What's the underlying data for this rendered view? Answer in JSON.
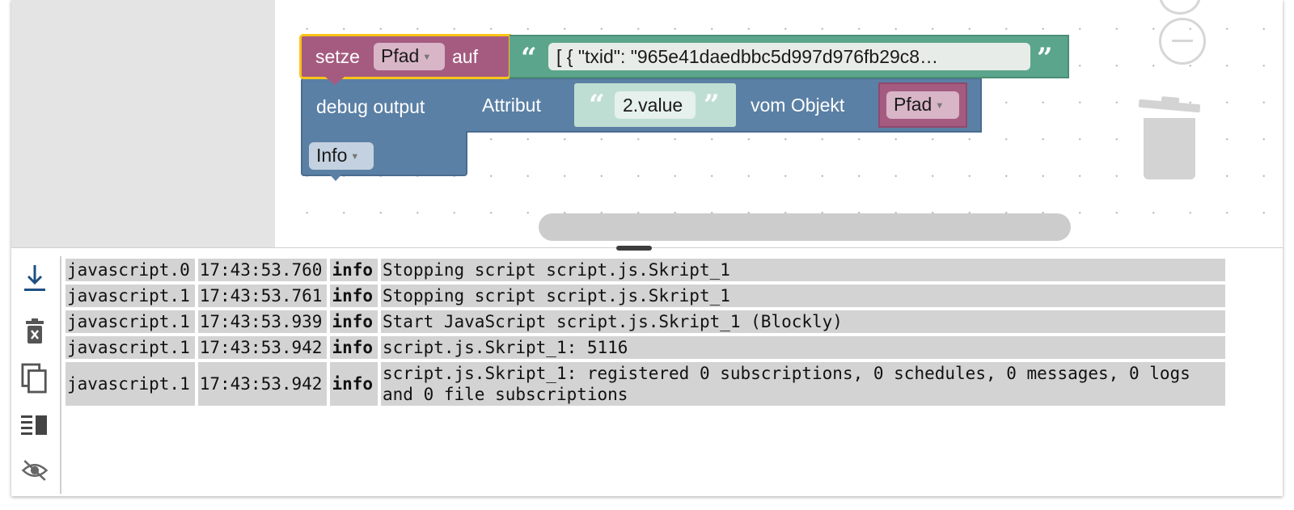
{
  "blocks": {
    "set_block": {
      "keyword": "setze",
      "variable": "Pfad",
      "to_label": "auf",
      "text_value": "[  {     \"txid\": \"965e41daedbbc5d997d976fb29c8…"
    },
    "debug_block": {
      "label": "debug output",
      "level": "Info"
    },
    "attr_block": {
      "label": "Attribut",
      "attribute": "2.value",
      "of_label": "vom Objekt",
      "object_var": "Pfad"
    },
    "colors": {
      "variables": "#a55b80",
      "text": "#5ba58c",
      "debug": "#5b80a5",
      "selected_outline": "#fcc419"
    }
  },
  "workspace_controls": [
    "zoom-out-icon",
    "trash-icon"
  ],
  "log_toolbar": [
    "scroll-to-bottom-icon",
    "clear-log-icon",
    "copy-icon",
    "hide-columns-icon",
    "visibility-off-icon"
  ],
  "log": {
    "rows": [
      {
        "source": "javascript.0",
        "time": "17:43:53.760",
        "level": "info",
        "message": "Stopping script script.js.Skript_1"
      },
      {
        "source": "javascript.1",
        "time": "17:43:53.761",
        "level": "info",
        "message": "Stopping script script.js.Skript_1"
      },
      {
        "source": "javascript.1",
        "time": "17:43:53.939",
        "level": "info",
        "message": "Start JavaScript script.js.Skript_1 (Blockly)"
      },
      {
        "source": "javascript.1",
        "time": "17:43:53.942",
        "level": "info",
        "message": "script.js.Skript_1: 5116"
      },
      {
        "source": "javascript.1",
        "time": "17:43:53.942",
        "level": "info",
        "message": "script.js.Skript_1: registered 0 subscriptions, 0 schedules, 0 messages, 0 logs and 0 file subscriptions"
      }
    ]
  }
}
